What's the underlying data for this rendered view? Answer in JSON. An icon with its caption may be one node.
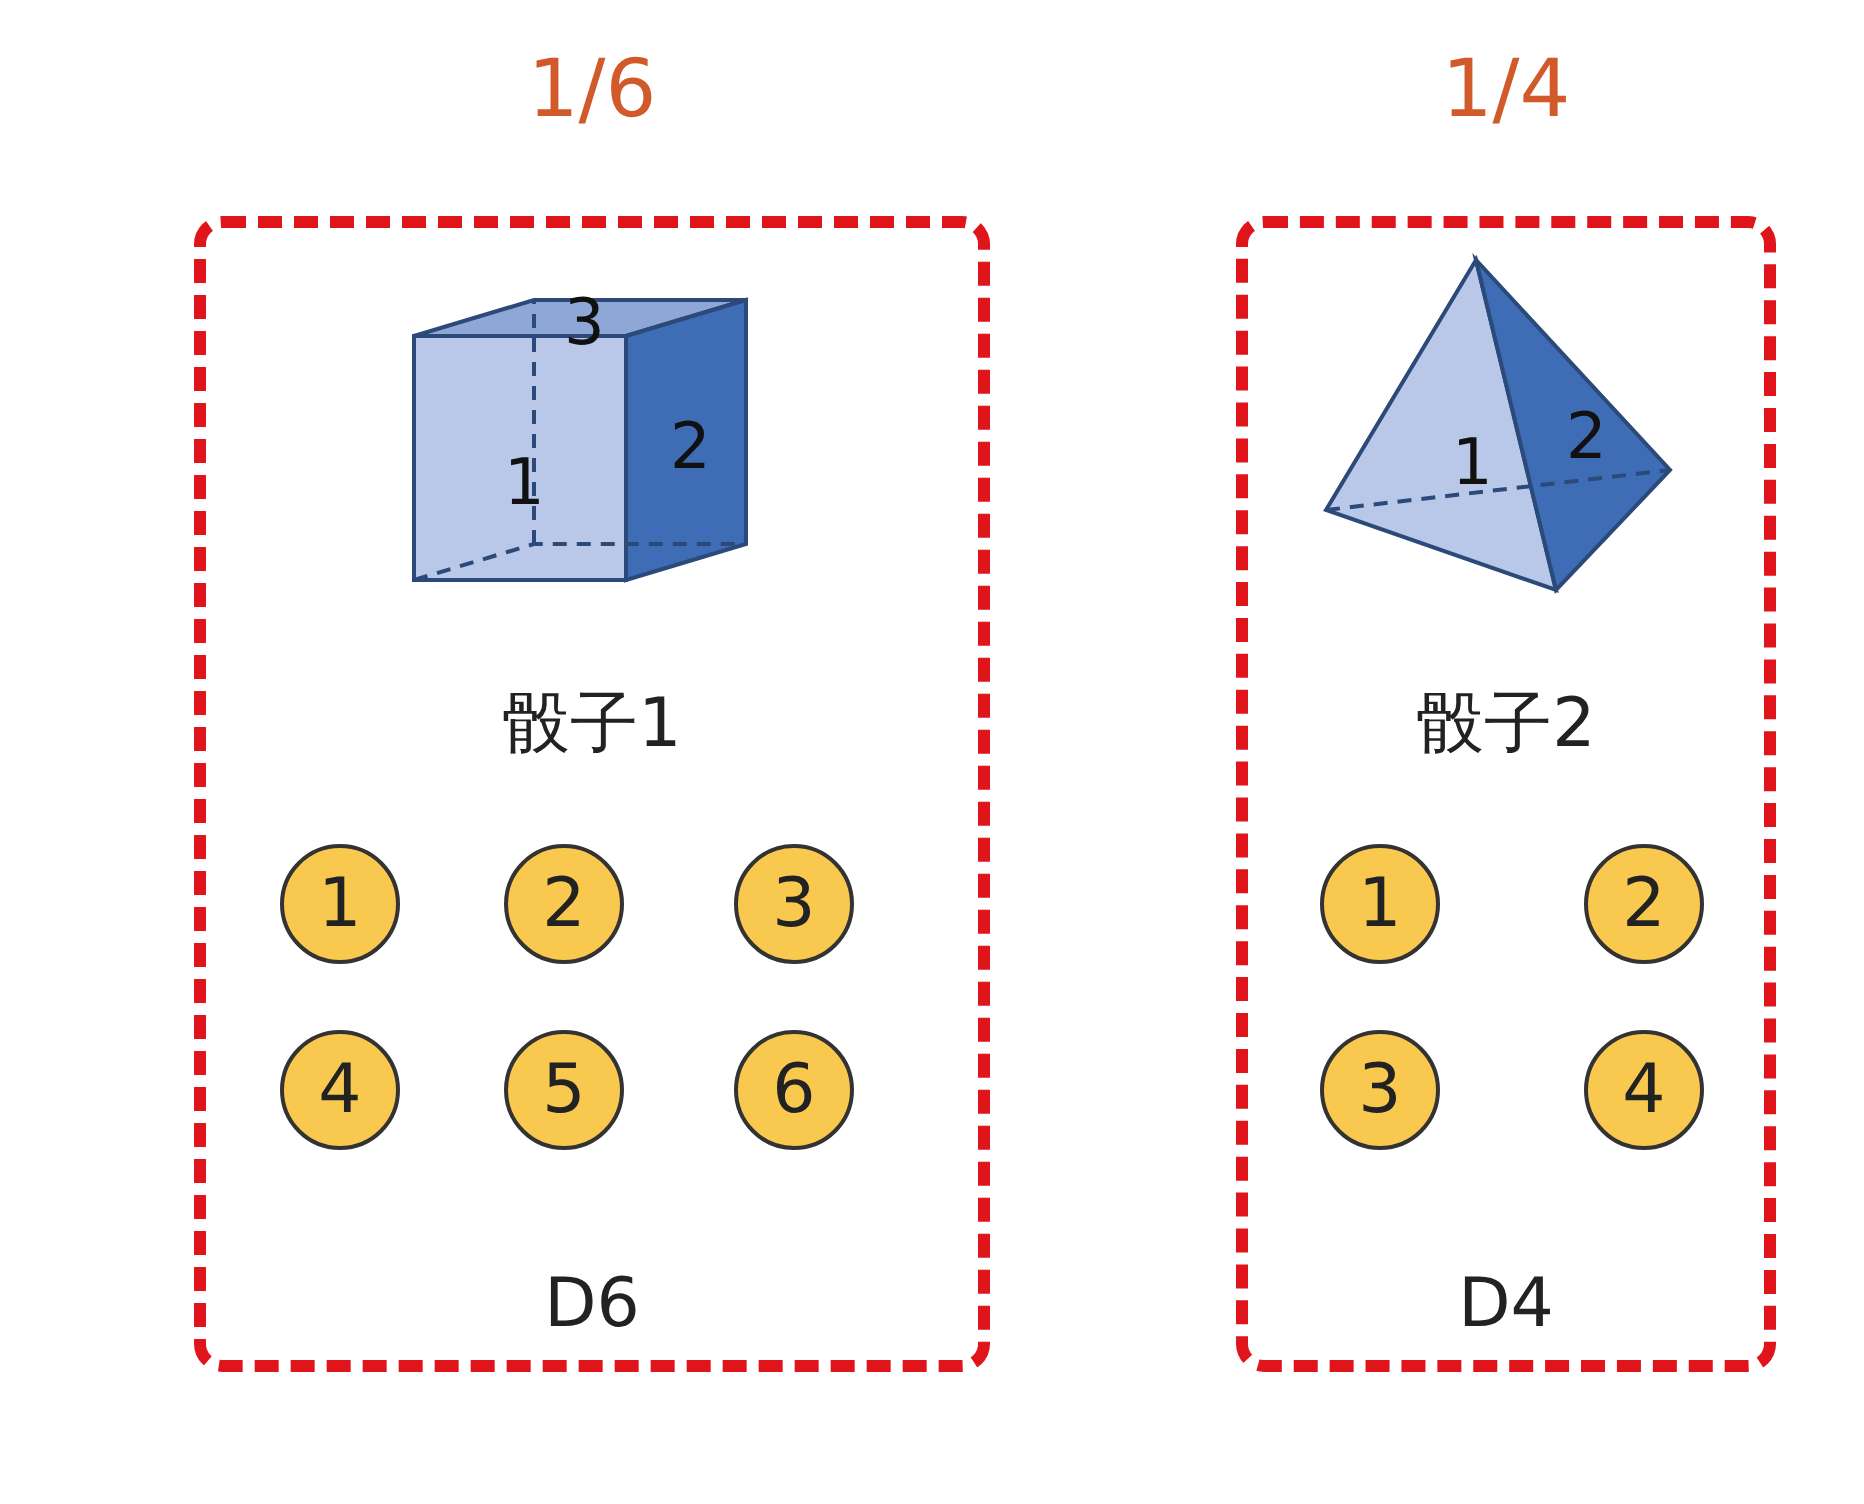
{
  "diagram": {
    "nodes": [
      {
        "text": [
          "1/6",
          "骰子1",
          "D6"
        ]
      },
      {
        "text": [
          "3",
          "1",
          "2"
        ],
        "in": 0
      },
      {
        "text": [
          "1"
        ],
        "in": 0
      },
      {
        "text": [
          "2"
        ],
        "in": 0
      },
      {
        "text": [
          "3"
        ],
        "in": 0
      },
      {
        "text": [
          "4"
        ],
        "in": 0
      },
      {
        "text": [
          "5"
        ],
        "in": 0
      },
      {
        "text": [
          "6"
        ],
        "in": 0
      },
      {
        "text": [
          "1/4",
          "骰子2",
          "D4"
        ]
      },
      {
        "text": [
          "1",
          "2"
        ],
        "in": 8
      },
      {
        "text": [
          "1"
        ],
        "in": 8
      },
      {
        "text": [
          "2"
        ],
        "in": 8
      },
      {
        "text": [
          "3"
        ],
        "in": 8
      },
      {
        "text": [
          "4"
        ],
        "in": 8
      }
    ],
    "edges": []
  }
}
